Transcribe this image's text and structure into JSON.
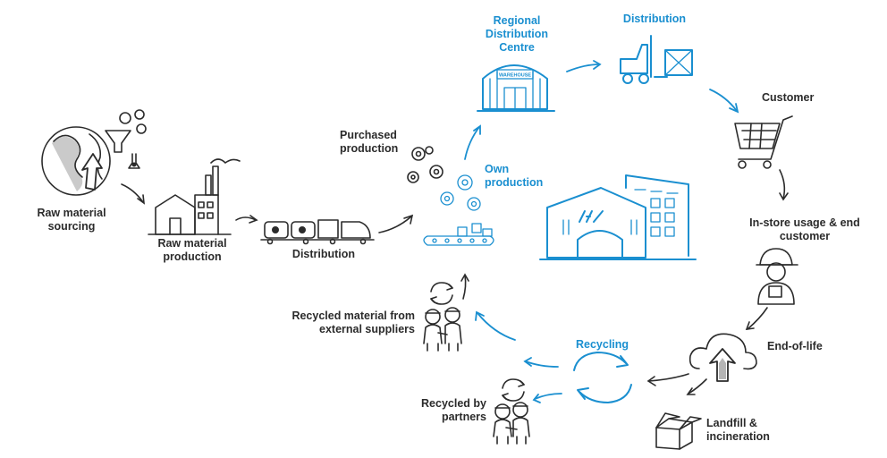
{
  "colors": {
    "accent": "#1a8fd0",
    "ink": "#2b2b2b",
    "background": "#ffffff"
  },
  "labels": {
    "raw_material_sourcing": [
      "Raw material",
      "sourcing"
    ],
    "raw_material_production": [
      "Raw material",
      "production"
    ],
    "distribution_1": [
      "Distribution"
    ],
    "purchased_production": [
      "Purchased",
      "production"
    ],
    "own_production": [
      "Own",
      "production"
    ],
    "regional_distribution_centre": [
      "Regional",
      "Distribution",
      "Centre"
    ],
    "warehouse_sign": "WAREHOUSE",
    "distribution_2": [
      "Distribution"
    ],
    "customer": [
      "Customer"
    ],
    "in_store_usage": [
      "In-store usage & end",
      "customer"
    ],
    "end_of_life": [
      "End-of-life"
    ],
    "landfill": [
      "Landfill &",
      "incineration"
    ],
    "recycling": [
      "Recycling"
    ],
    "recycled_by_partners": [
      "Recycled by",
      "partners"
    ],
    "recycled_material": [
      "Recycled material from",
      "external suppliers"
    ]
  },
  "icons": [
    "globe-icon",
    "funnel-gears-icon",
    "factory-icon",
    "train-icon",
    "gears-icon",
    "conveyor-belt-icon",
    "warehouse-icon",
    "forklift-icon",
    "shopping-cart-icon",
    "store-building-icon",
    "worker-icon",
    "cloud-upload-icon",
    "box-icon",
    "recycling-arrows-icon",
    "handshake-icon"
  ]
}
